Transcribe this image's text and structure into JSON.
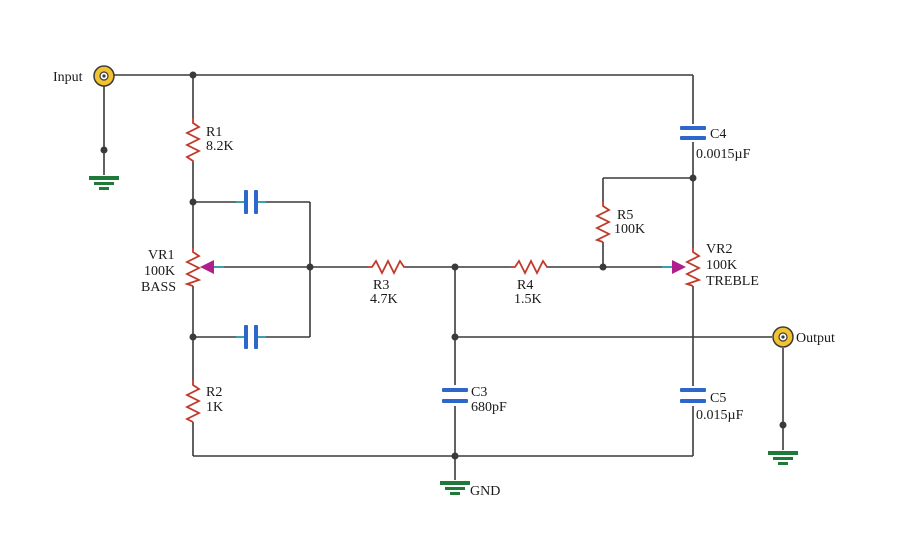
{
  "labels": {
    "input": "Input",
    "output": "Output",
    "gnd": "GND",
    "r1_name": "R1",
    "r1_value": "8.2K",
    "r2_name": "R2",
    "r2_value": "1K",
    "r3_name": "R3",
    "r3_value": "4.7K",
    "r4_name": "R4",
    "r4_value": "1.5K",
    "r5_name": "R5",
    "r5_value": "100K",
    "c3_name": "C3",
    "c3_value": "680pF",
    "c4_name": "C4",
    "c4_value": "0.0015µF",
    "c5_name": "C5",
    "c5_value": "0.015µF",
    "vr1_name": "VR1",
    "vr1_value": "100K",
    "vr1_role": "BASS",
    "vr2_name": "VR2",
    "vr2_value": "100K",
    "vr2_role": "TREBLE"
  },
  "colors": {
    "wire": "#3a3a3a",
    "resistor": "#c0392b",
    "capacitor": "#2c67c9",
    "ground": "#1f7a3a",
    "jack": "#f2c230",
    "wiper_arrow": "#b0208a"
  }
}
